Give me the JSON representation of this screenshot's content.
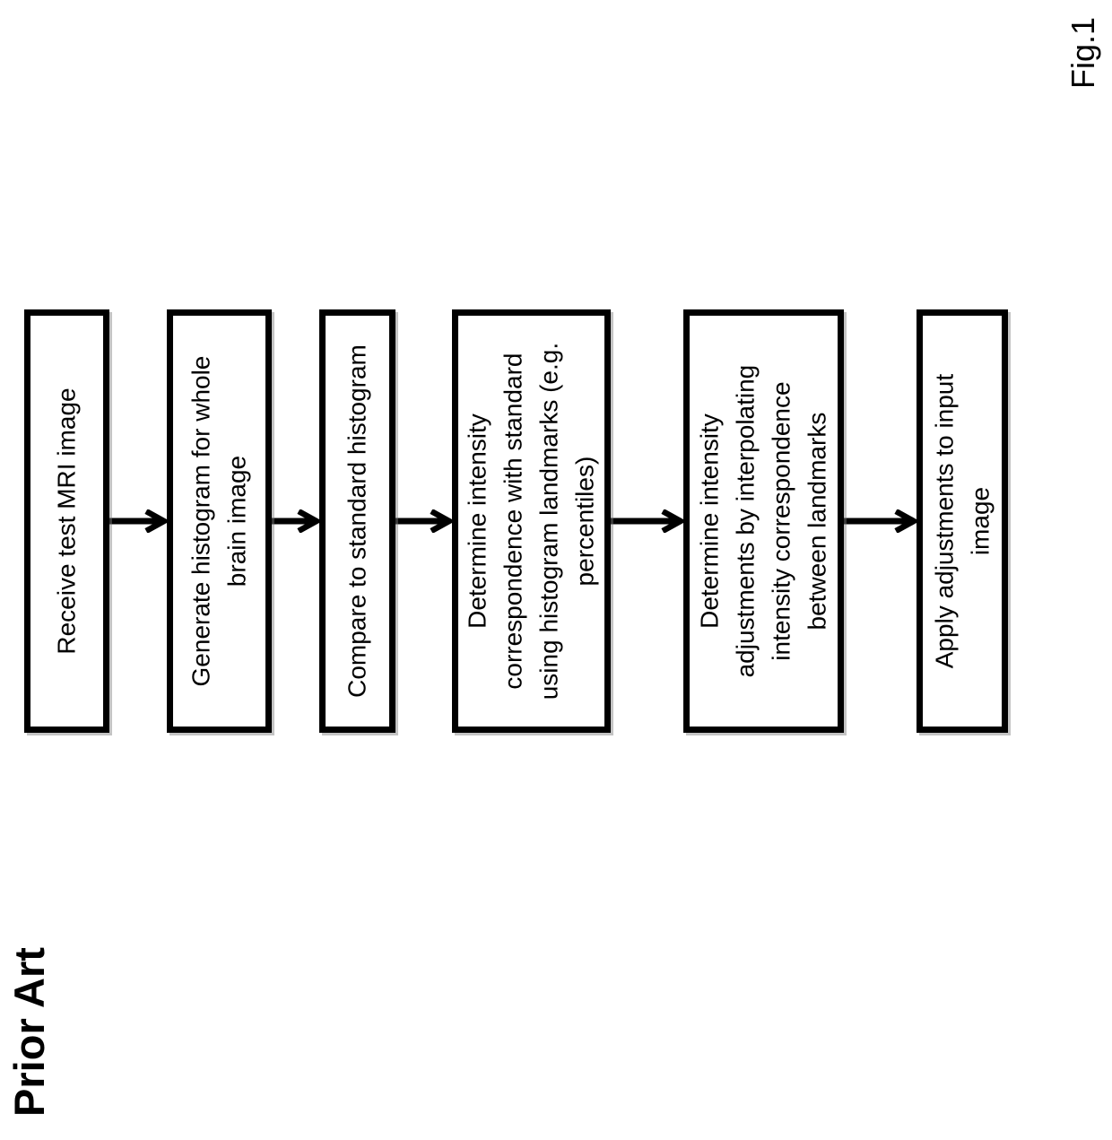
{
  "figure": {
    "corner_label": "Prior Art",
    "figure_label": "Fig.1"
  },
  "colors": {
    "ink": "#000000",
    "background": "#ffffff"
  },
  "flowchart": {
    "orientation": "left-to-right, box text rotated 90 degrees counterclockwise",
    "boxes": [
      {
        "id": "receive-test-mri-image",
        "lines": [
          "Receive test MRI image"
        ]
      },
      {
        "id": "generate-histogram-whole-brain",
        "lines": [
          "Generate histogram for whole",
          "brain image"
        ]
      },
      {
        "id": "compare-to-standard-histogram",
        "lines": [
          "Compare to standard histogram"
        ]
      },
      {
        "id": "determine-intensity-correspondence",
        "lines": [
          "Determine intensity",
          "correspondence with standard",
          "using histogram landmarks (e.g.",
          "percentiles)"
        ]
      },
      {
        "id": "determine-intensity-adjustments",
        "lines": [
          "Determine intensity",
          "adjustments by interpolating",
          "intensity correspondence",
          "between landmarks"
        ]
      },
      {
        "id": "apply-adjustments-to-input-image",
        "lines": [
          "Apply adjustments to input",
          "image"
        ]
      }
    ]
  }
}
